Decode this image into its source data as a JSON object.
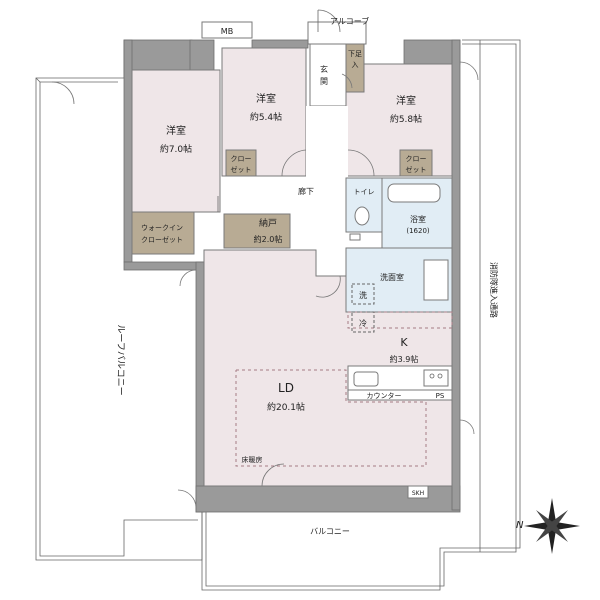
{
  "labels": {
    "mb": "MB",
    "alcove": "アルコーブ",
    "shoe_box": "下足入",
    "entrance": "玄関",
    "room_a_name": "洋室",
    "room_a_size": "約7.0帖",
    "room_b_name": "洋室",
    "room_b_size": "約5.4帖",
    "room_c_name": "洋室",
    "room_c_size": "約5.8帖",
    "closet_b": "クロー\nゼット",
    "closet_c": "クロー\nゼット",
    "hallway": "廊下",
    "toilet": "トイレ",
    "bath": "浴室",
    "bath_size": "(1620)",
    "walkin_closet_1": "ウォークイン",
    "walkin_closet_2": "クローゼット",
    "storage": "納戸",
    "storage_size": "約2.0帖",
    "washroom": "洗面室",
    "washer": "洗",
    "fridge": "冷",
    "kitchen": "K",
    "kitchen_size": "約3.9帖",
    "counter": "カウンター",
    "ps": "PS",
    "ld": "LD",
    "ld_size": "約20.1帖",
    "floor_heating": "床暖房",
    "balcony": "バルコニー",
    "roof_balcony": "ルーフバルコニー",
    "fire_route": "消防隊進入通路",
    "skh": "SKH",
    "north": "N"
  }
}
